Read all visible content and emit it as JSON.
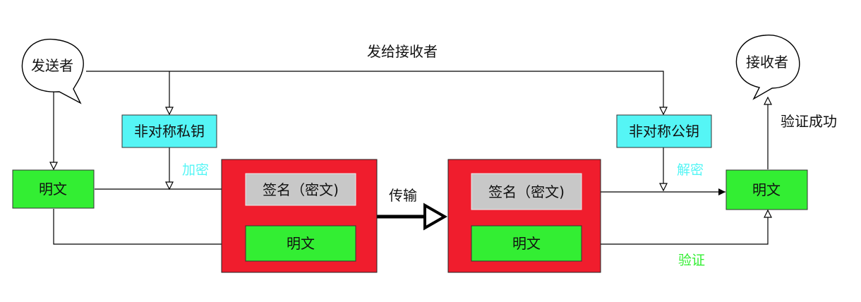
{
  "nodes": {
    "sender": "发送者",
    "receiver": "接收者",
    "private_key": "非对称私钥",
    "public_key": "非对称公钥",
    "plaintext_left": "明文",
    "signature_left": "签名（密文)",
    "plaintext_left_package": "明文",
    "signature_right": "签名（密文)",
    "plaintext_right_package": "明文",
    "plaintext_right": "明文"
  },
  "edge_labels": {
    "send_to_receiver": "发给接收者",
    "encrypt": "加密",
    "decrypt": "解密",
    "transmit": "传输",
    "verify": "验证",
    "verify_success": "验证成功"
  },
  "colors": {
    "key_box": "#55F5F5",
    "plaintext_box": "#33EE33",
    "package_box": "#F01D2D",
    "signature_box": "#C8C8C8",
    "encrypt_label": "#55F5F5",
    "decrypt_label": "#55F5F5",
    "verify_label": "#33EE33"
  }
}
